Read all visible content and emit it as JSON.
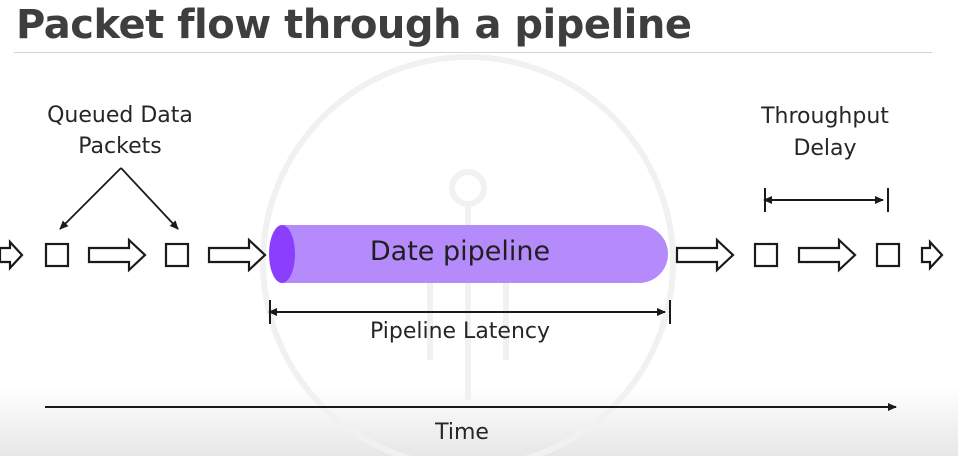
{
  "title": "Packet flow through a pipeline",
  "labels": {
    "queued_line1": "Queued Data",
    "queued_line2": "Packets",
    "throughput_line1": "Throughput",
    "throughput_line2": "Delay",
    "pipeline": "Date pipeline",
    "latency": "Pipeline Latency",
    "time": "Time"
  },
  "colors": {
    "pipeline_body": "#b58afa",
    "pipeline_end": "#8a3ffc",
    "text": "#262626",
    "title": "#3e3e3e",
    "lines": "#1a1a1a"
  }
}
